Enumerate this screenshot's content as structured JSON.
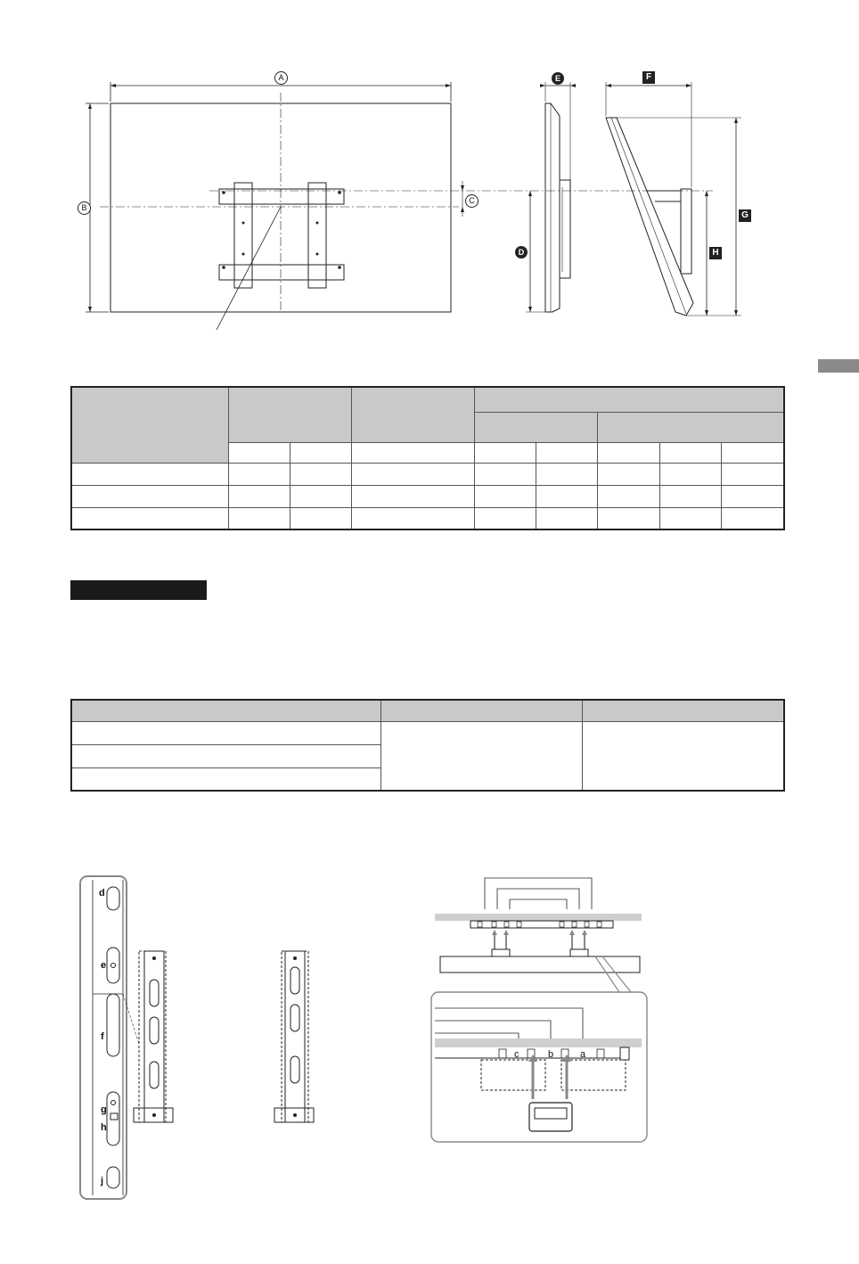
{
  "dimension_labels": {
    "a": "A",
    "b": "B",
    "c": "C",
    "d": "D",
    "e": "E",
    "f": "F",
    "g": "G",
    "h": "H"
  },
  "bracket_labels": {
    "d": "d",
    "e": "e",
    "f": "f",
    "g": "g",
    "h": "h",
    "j": "j"
  },
  "slot_labels": {
    "a": "a",
    "b": "b",
    "c": "c"
  }
}
